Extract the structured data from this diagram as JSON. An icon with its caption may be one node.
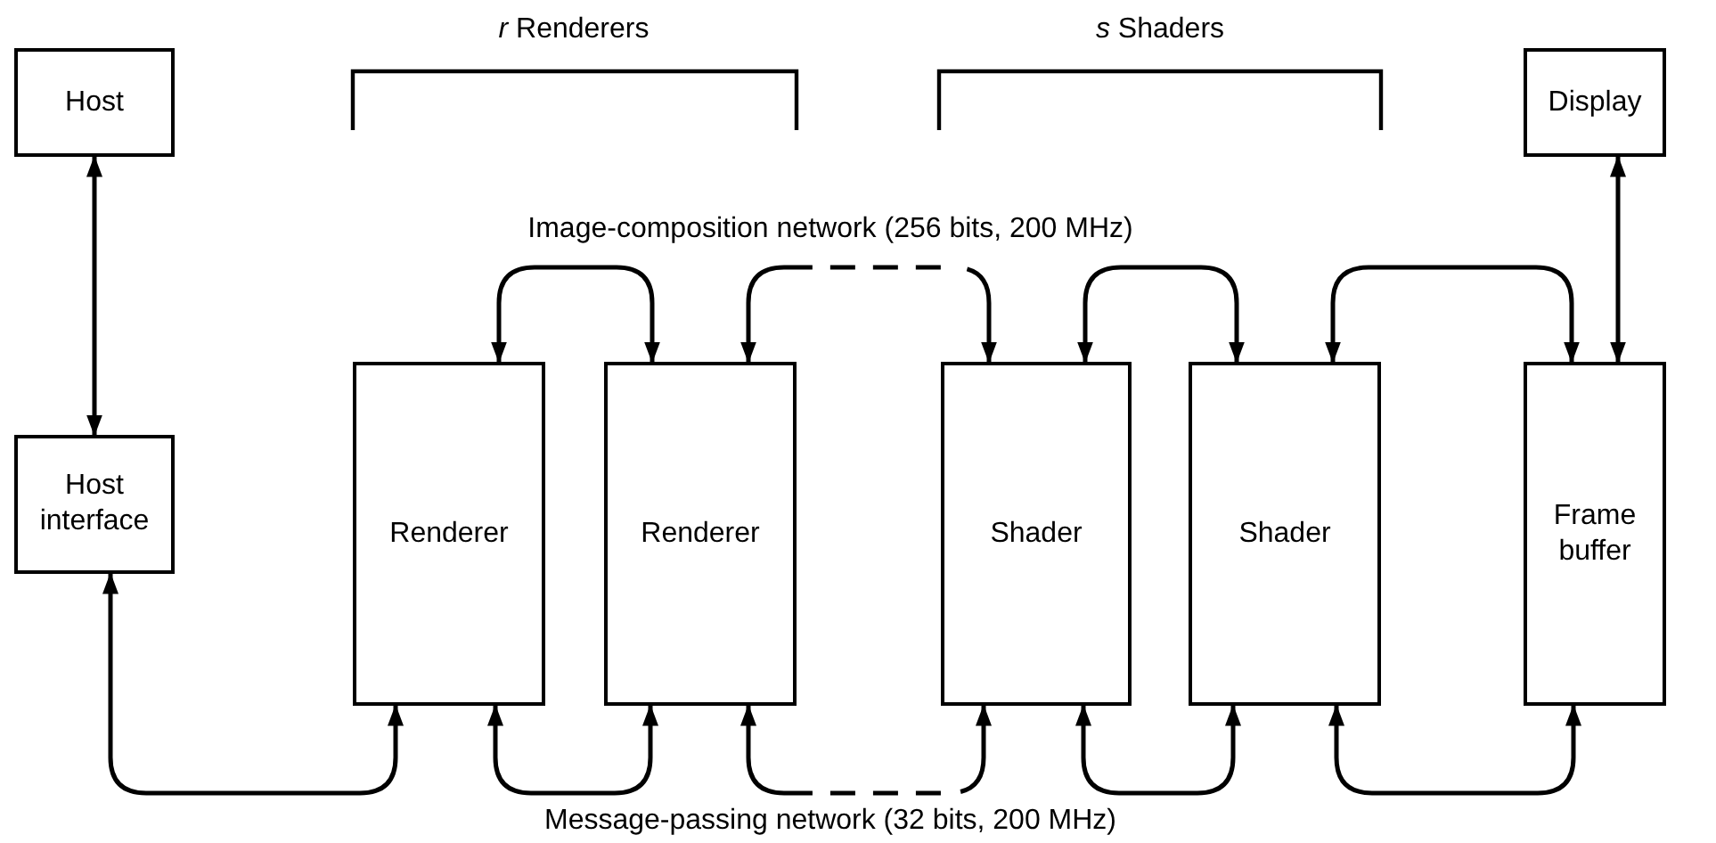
{
  "diagram": {
    "nodes": [
      {
        "text": [
          "Host"
        ]
      },
      {
        "text": [
          "Host interface"
        ]
      },
      {
        "text": [
          "Renderer"
        ]
      },
      {
        "text": [
          "Renderer"
        ]
      },
      {
        "text": [
          "Shader"
        ]
      },
      {
        "text": [
          "Shader"
        ]
      },
      {
        "text": [
          "Frame buffer"
        ]
      },
      {
        "text": [
          "Display"
        ]
      }
    ],
    "edges": [
      {
        "from": 0,
        "to": 1,
        "arrow": "both"
      },
      {
        "from": 2,
        "to": 3,
        "arrow": "both"
      },
      {
        "from": 3,
        "to": 4,
        "arrow": "both",
        "style": "dashed"
      },
      {
        "from": 4,
        "to": 5,
        "arrow": "both"
      },
      {
        "from": 5,
        "to": 6,
        "arrow": "both"
      },
      {
        "from": 7,
        "to": 6,
        "arrow": "both"
      },
      {
        "from": 1,
        "to": 2,
        "arrow": "both"
      },
      {
        "from": 2,
        "to": 3,
        "arrow": "both"
      },
      {
        "from": 3,
        "to": 4,
        "arrow": "both",
        "style": "dashed"
      },
      {
        "from": 4,
        "to": 5,
        "arrow": "both"
      },
      {
        "from": 5,
        "to": 6,
        "arrow": "both"
      }
    ],
    "labels": [
      "*r* Renderers",
      "*s* Shaders",
      "Image-composition network (256 bits, 200 MHz)",
      "Message-passing network (32 bits, 200 MHz)"
    ]
  }
}
